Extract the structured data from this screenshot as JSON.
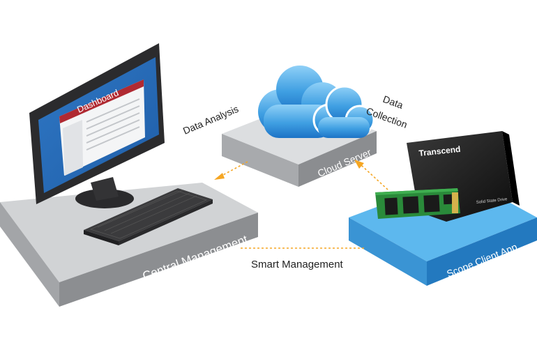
{
  "nodes": {
    "central": {
      "label": "Central Management"
    },
    "cloud": {
      "label": "Cloud Server"
    },
    "client": {
      "label": "Scope Client App"
    }
  },
  "edges": {
    "analysis": {
      "label": "Data Analysis"
    },
    "collection": {
      "label_line1": "Data",
      "label_line2": "Collection"
    },
    "smart": {
      "label": "Smart Management"
    }
  },
  "monitor": {
    "window_title": "Dashboard"
  },
  "ssd": {
    "brand": "Transcend",
    "caption": "Solid State Drive"
  },
  "colors": {
    "arrow": "#f5a623",
    "platform_gray_top": "#c9cbcd",
    "platform_blue_top": "#4faee8",
    "cloud_blue": "#3d9be0",
    "dashboard_red": "#b02a32"
  }
}
